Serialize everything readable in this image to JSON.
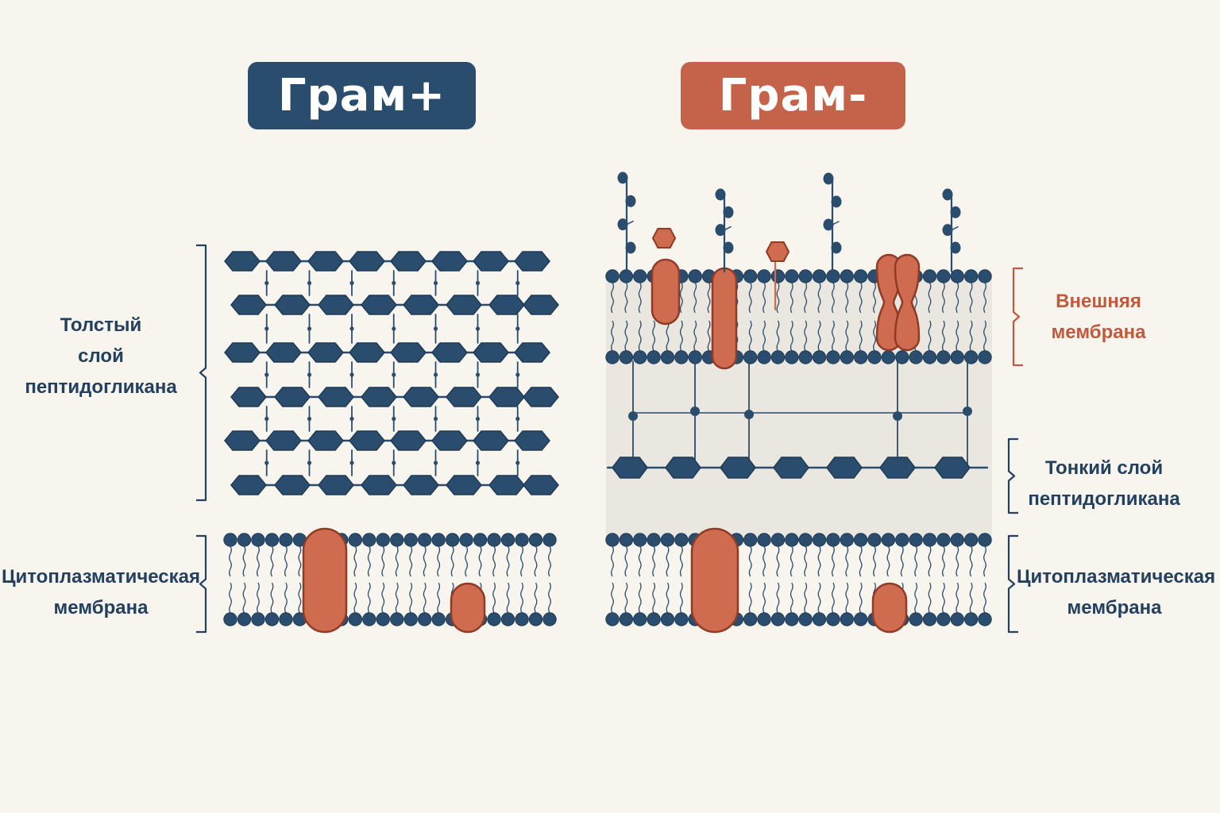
{
  "colors": {
    "background": "#f8f4ee",
    "navy": "#2b4d6d",
    "rust": "#c4634a",
    "protein": "#cf6b4e",
    "protein_stroke": "#8f3b26",
    "periplasm": "#e8e4dd",
    "text_navy": "#23405e",
    "text_rust": "#c05a3c"
  },
  "gram_positive": {
    "title": "Грам+",
    "peptidoglycan_label": "Толстый\nслой\nпептидогликана",
    "membrane_label": "Цитоплазматическая\nмембрана"
  },
  "gram_negative": {
    "title": "Грам-",
    "outer_membrane_label": "Внешняя\nмембрана",
    "peptidoglycan_label": "Тонкий слой\nпептидогликана",
    "membrane_label": "Цитоплазматическая\nмембрана"
  }
}
